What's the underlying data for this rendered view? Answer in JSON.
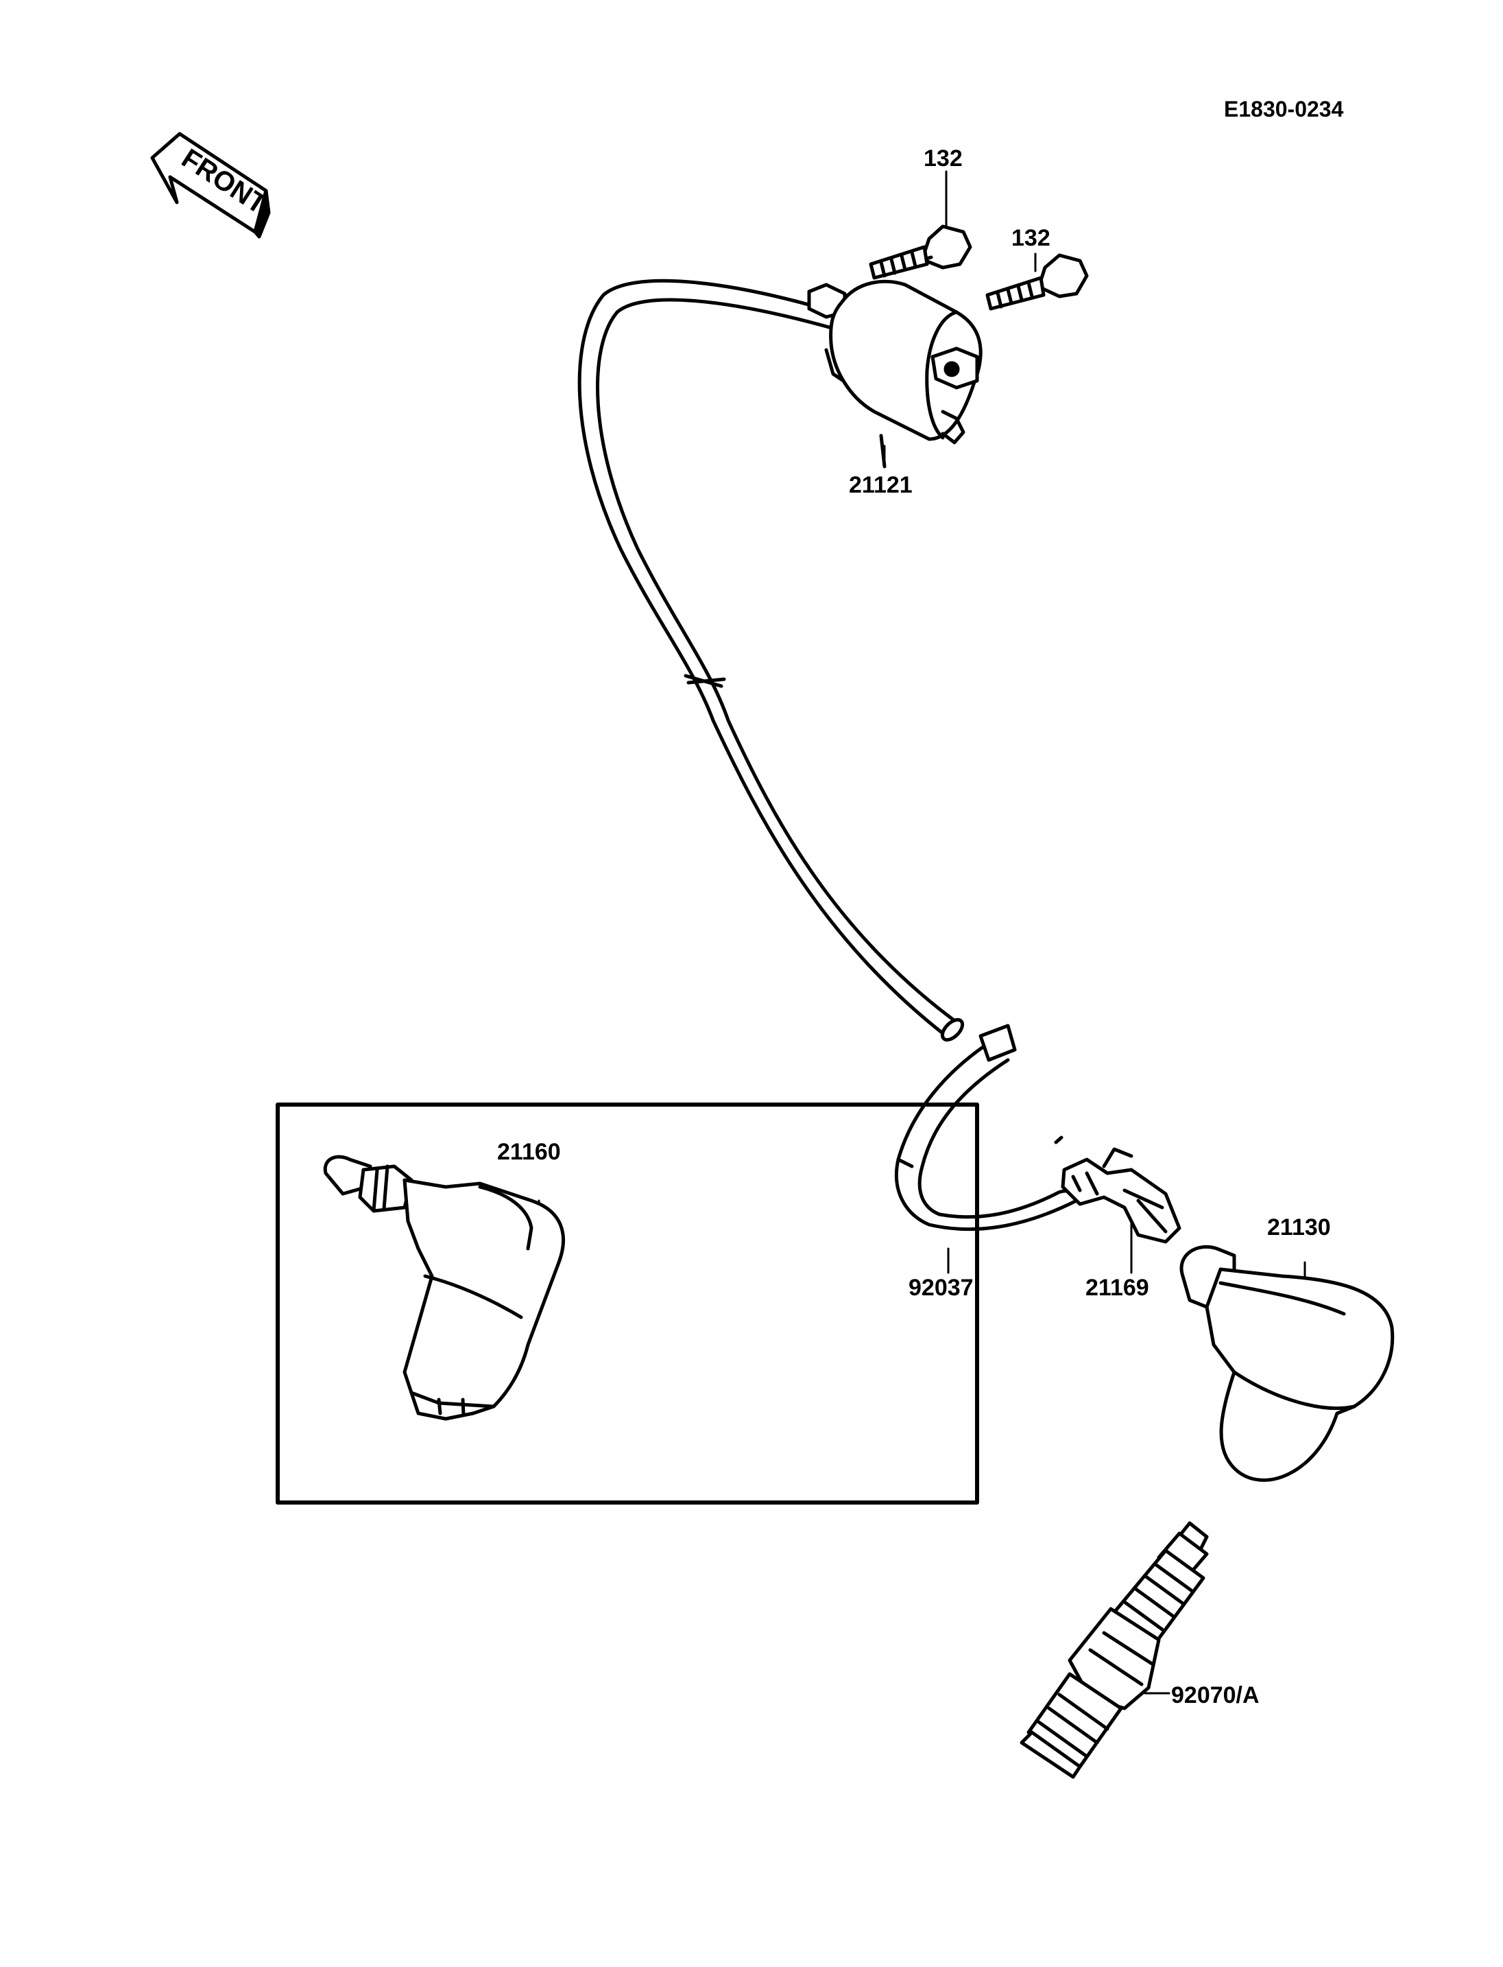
{
  "diagram": {
    "code": "E1830-0234",
    "front_text": "FRONT",
    "labels": {
      "bolt_top": "132",
      "bolt_right": "132",
      "ignition_coil": "21121",
      "cap_inset": "21160",
      "cap_main": "21130",
      "clamp": "92037",
      "terminal": "21169",
      "spark_plug": "92070/A"
    }
  }
}
